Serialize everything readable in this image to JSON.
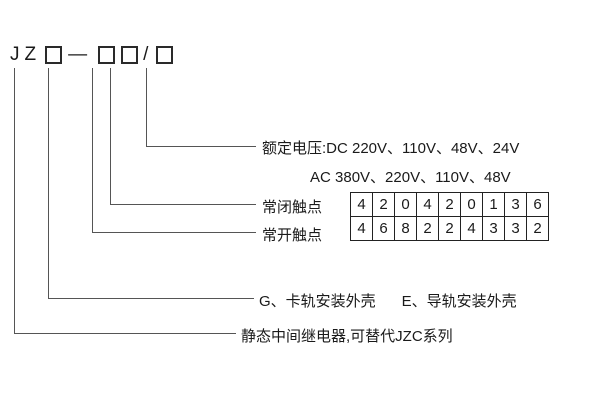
{
  "model": {
    "prefix": "JZ",
    "dash": "—",
    "slash": "/"
  },
  "annotations": {
    "rated_voltage_dc": "额定电压:DC 220V、110V、48V、24V",
    "rated_voltage_ac": "AC 380V、220V、110V、48V",
    "nc_contact": "常闭触点",
    "no_contact": "常开触点",
    "shell_g": "G、卡轨安装外壳",
    "shell_e": "E、导轨安装外壳",
    "series": "静态中间继电器,可替代JZC系列"
  },
  "contact_table": {
    "rows": [
      [
        "4",
        "2",
        "0",
        "4",
        "2",
        "0",
        "1",
        "3",
        "6"
      ],
      [
        "4",
        "6",
        "8",
        "2",
        "2",
        "4",
        "3",
        "3",
        "2"
      ]
    ]
  },
  "colors": {
    "text": "#1a1a1a",
    "line": "#555555",
    "background": "#ffffff"
  }
}
